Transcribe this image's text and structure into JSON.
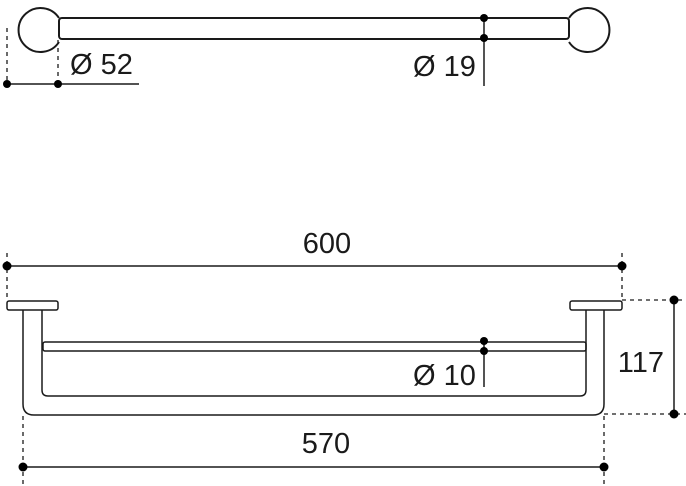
{
  "top_view": {
    "rosette_diameter_label": "Ø 52",
    "bar_diameter_label": "Ø 19"
  },
  "front_view": {
    "overall_length_label": "600",
    "inner_length_label": "570",
    "projection_label": "117",
    "inner_rod_diameter_label": "Ø 10"
  }
}
